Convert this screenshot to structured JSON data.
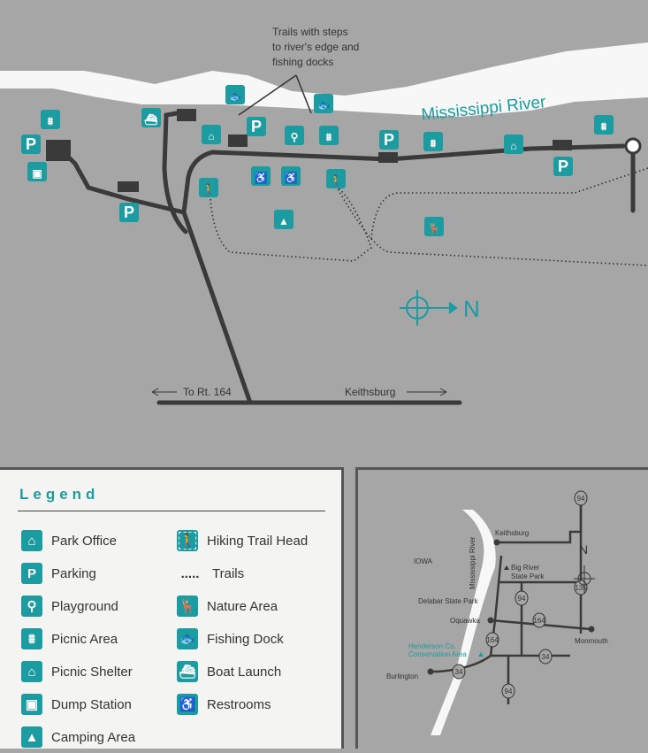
{
  "map": {
    "river_label": "Mississippi River",
    "callout": [
      "Trails with steps",
      "to river's edge and",
      "fishing docks"
    ],
    "left_road": "To Rt. 164",
    "right_road": "Keithsburg",
    "north": "N",
    "colors": {
      "teal": "#1c9ba0",
      "road": "#3a3a3a",
      "land": "#a6a6a6",
      "river": "#f7f7f7"
    }
  },
  "legend": {
    "title": "Legend",
    "items": [
      {
        "label": "Park Office",
        "icon": "park-office-icon",
        "glyph": "⌂"
      },
      {
        "label": "Parking",
        "icon": "parking-icon",
        "glyph": "P"
      },
      {
        "label": "Playground",
        "icon": "playground-icon",
        "glyph": "⚲"
      },
      {
        "label": "Picnic Area",
        "icon": "picnic-table-icon",
        "glyph": "⩩"
      },
      {
        "label": "Picnic Shelter",
        "icon": "picnic-shelter-icon",
        "glyph": "⌂"
      },
      {
        "label": "Dump Station",
        "icon": "dump-station-icon",
        "glyph": "▣"
      },
      {
        "label": "Camping Area",
        "icon": "tent-icon",
        "glyph": "▲"
      },
      {
        "label": "Hiking Trail Head",
        "icon": "hiker-icon",
        "glyph": "🚶"
      },
      {
        "label": "Trails",
        "icon": "trail-dots-icon",
        "glyph": "....."
      },
      {
        "label": "Nature Area",
        "icon": "deer-icon",
        "glyph": "🦌"
      },
      {
        "label": "Fishing Dock",
        "icon": "fish-icon",
        "glyph": "🐟"
      },
      {
        "label": "Boat Launch",
        "icon": "boat-launch-icon",
        "glyph": "⛴"
      },
      {
        "label": "Restrooms",
        "icon": "restrooms-icon",
        "glyph": "♿"
      }
    ]
  },
  "inset": {
    "places": [
      "Keithsburg",
      "IOWA",
      "Mississippi River",
      "Big River",
      "State Park",
      "Delabar State Park",
      "Oquawka",
      "Henderson Co.",
      "Conservation Area",
      "Monmouth",
      "Burlington"
    ],
    "shields": [
      "94",
      "94",
      "135",
      "164",
      "164",
      "34",
      "34",
      "94"
    ],
    "north": "N"
  }
}
